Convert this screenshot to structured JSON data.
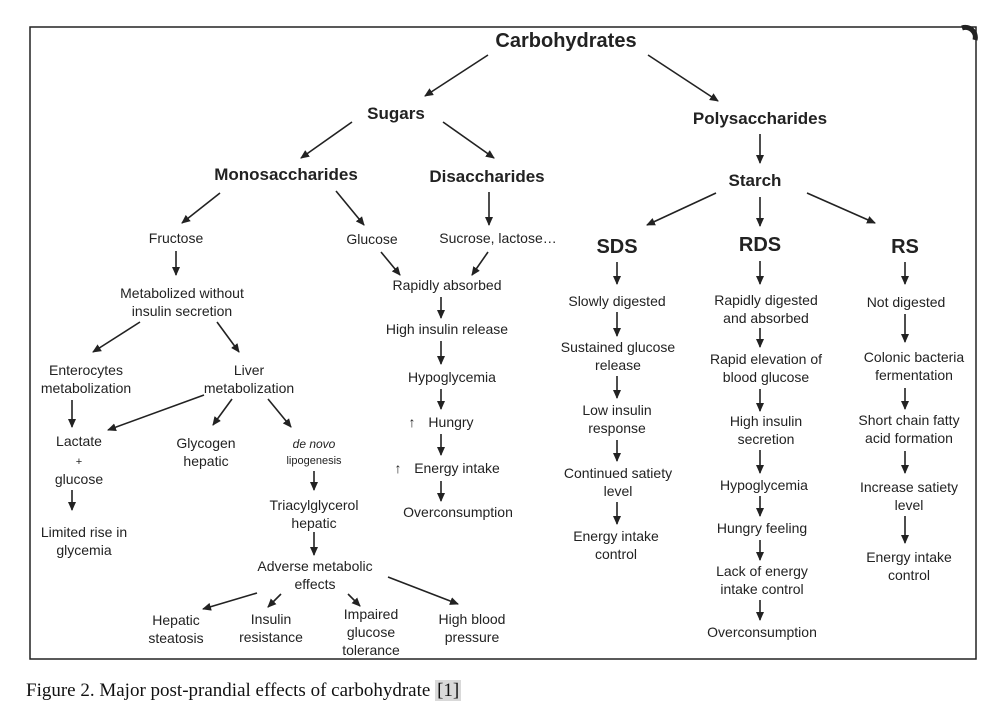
{
  "nodes": {
    "carbohydrates": "Carbohydrates",
    "sugars": "Sugars",
    "polysaccharides": "Polysaccharides",
    "monosaccharides": "Monosaccharides",
    "disaccharides": "Disaccharides",
    "starch": "Starch",
    "fructose": "Fructose",
    "glucose": "Glucose",
    "sucrose_lactose": "Sucrose, lactose…",
    "sds": "SDS",
    "rds": "RDS",
    "rs": "RS",
    "metabolized_1": "Metabolized without",
    "metabolized_2": "insulin secretion",
    "enterocytes_1": "Enterocytes",
    "enterocytes_2": "metabolization",
    "liver_1": "Liver",
    "liver_2": "metabolization",
    "lactate": "Lactate",
    "plus": "+",
    "glucose_b": "glucose",
    "limited_1": "Limited rise in",
    "limited_2": "glycemia",
    "glycogen_1": "Glycogen",
    "glycogen_2": "hepatic",
    "denovo_1": "de novo",
    "denovo_2": "lipogenesis",
    "tag_1": "Triacylglycerol",
    "tag_2": "hepatic",
    "adverse_1": "Adverse metabolic",
    "adverse_2": "effects",
    "hepatic_1": "Hepatic",
    "hepatic_2": "steatosis",
    "insulin_res_1": "Insulin",
    "insulin_res_2": "resistance",
    "impaired_1": "Impaired",
    "impaired_2": "glucose",
    "impaired_3": "tolerance",
    "highbp_1": "High blood",
    "highbp_2": "pressure",
    "rapidly_absorbed": "Rapidly absorbed",
    "high_insulin_release": "High insulin release",
    "hypoglycemia_d": "Hypoglycemia",
    "hungry_d": "Hungry",
    "energy_intake_d": "Energy intake",
    "overconsumption_d": "Overconsumption",
    "up_arrow": "↑",
    "slowly_digested": "Slowly digested",
    "sustained_1": "Sustained glucose",
    "sustained_2": "release",
    "low_insulin_1": "Low insulin",
    "low_insulin_2": "response",
    "continued_1": "Continued satiety",
    "continued_2": "level",
    "eic_sds_1": "Energy intake",
    "eic_sds_2": "control",
    "rapidly_dig_1": "Rapidly digested",
    "rapidly_dig_2": "and absorbed",
    "rapid_elev_1": "Rapid elevation of",
    "rapid_elev_2": "blood glucose",
    "high_ins_sec_1": "High insulin",
    "high_ins_sec_2": "secretion",
    "hypoglycemia_r": "Hypoglycemia",
    "hungry_feeling": "Hungry feeling",
    "lack_1": "Lack of energy",
    "lack_2": "intake control",
    "overconsumption_r": "Overconsumption",
    "not_digested": "Not digested",
    "colonic_1": "Colonic bacteria",
    "colonic_2": "fermentation",
    "scfa_1": "Short chain fatty",
    "scfa_2": "acid formation",
    "increase_1": "Increase satiety",
    "increase_2": "level",
    "eic_rs_1": "Energy intake",
    "eic_rs_2": "control"
  },
  "caption": {
    "text": "Figure 2. Major post-prandial effects of carbohydrate ",
    "ref": "[1]"
  }
}
